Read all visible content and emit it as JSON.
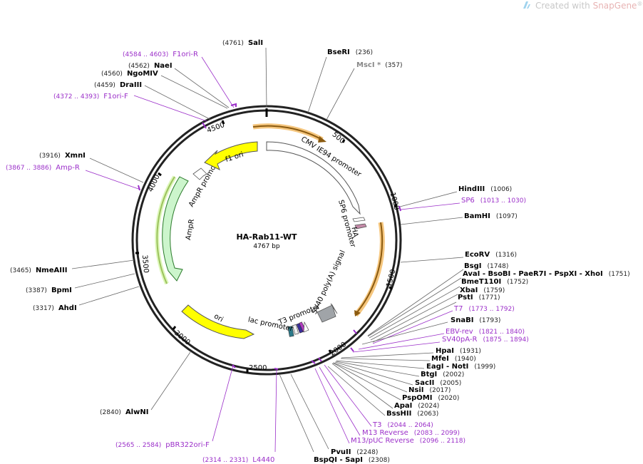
{
  "header": {
    "watermark_prefix": "Created with ",
    "watermark_brand": "SnapGene",
    "reg": "®"
  },
  "plasmid": {
    "name": "HA-Rab11-WT",
    "length_label": "4767 bp",
    "length": 4767
  },
  "ticks": [
    "500",
    "1000",
    "1500",
    "2000",
    "2500",
    "3000",
    "3500",
    "4000",
    "4500"
  ],
  "features": [
    {
      "name": "CMV IE94 promoter",
      "color": "#ffffff"
    },
    {
      "name": "SP6 promoter",
      "color": "#ffffff"
    },
    {
      "name": "HA",
      "color": "#c48aa8"
    },
    {
      "name": "SV40 poly(A) signal",
      "color": "#a0a4a8"
    },
    {
      "name": "T3 promoter",
      "color": "#ffffff"
    },
    {
      "name": "lac promoter",
      "color": "#ffffff"
    },
    {
      "name": "ori",
      "color": "#ffff00"
    },
    {
      "name": "AmpR",
      "color": "#ccf5cc"
    },
    {
      "name": "AmpR promoter",
      "color": "#ffffff"
    },
    {
      "name": "f1 ori",
      "color": "#ffff00"
    }
  ],
  "sites": [
    {
      "name": "SalI",
      "pos": "(4761)",
      "type": "enzyme"
    },
    {
      "name": "BseRI",
      "pos": "(236)",
      "type": "enzyme"
    },
    {
      "name": "MscI *",
      "pos": "(357)",
      "type": "enzyme-gray"
    },
    {
      "name": "F1ori-R",
      "pos": "(4584 .. 4603)",
      "type": "primer"
    },
    {
      "name": "NaeI",
      "pos": "(4562)",
      "type": "enzyme"
    },
    {
      "name": "NgoMIV",
      "pos": "(4560)",
      "type": "enzyme"
    },
    {
      "name": "DraIII",
      "pos": "(4459)",
      "type": "enzyme"
    },
    {
      "name": "F1ori-F",
      "pos": "(4372 .. 4393)",
      "type": "primer"
    },
    {
      "name": "XmnI",
      "pos": "(3916)",
      "type": "enzyme"
    },
    {
      "name": "Amp-R",
      "pos": "(3867 .. 3886)",
      "type": "primer"
    },
    {
      "name": "NmeAIII",
      "pos": "(3465)",
      "type": "enzyme"
    },
    {
      "name": "BpmI",
      "pos": "(3387)",
      "type": "enzyme"
    },
    {
      "name": "AhdI",
      "pos": "(3317)",
      "type": "enzyme"
    },
    {
      "name": "AlwNI",
      "pos": "(2840)",
      "type": "enzyme"
    },
    {
      "name": "pBR322ori-F",
      "pos": "(2565 .. 2584)",
      "type": "primer"
    },
    {
      "name": "L4440",
      "pos": "(2314 .. 2331)",
      "type": "primer"
    },
    {
      "name": "PvuII",
      "pos": "(2248)",
      "type": "enzyme"
    },
    {
      "name": "BspQI",
      "pos": "(2308)",
      "type": "enzyme",
      "extra": " - SapI"
    },
    {
      "name": "HindIII",
      "pos": "(1006)",
      "type": "enzyme"
    },
    {
      "name": "SP6",
      "pos": "(1013 .. 1030)",
      "type": "primer"
    },
    {
      "name": "BamHI",
      "pos": "(1097)",
      "type": "enzyme"
    },
    {
      "name": "EcoRV",
      "pos": "(1316)",
      "type": "enzyme"
    },
    {
      "name": "BsgI",
      "pos": "(1748)",
      "type": "enzyme"
    },
    {
      "name": "AvaI",
      "pos": "(1751)",
      "type": "enzyme",
      "extra": " - BsoBI  - PaeR7I  - PspXI  - XhoI"
    },
    {
      "name": "BmeT110I",
      "pos": "(1752)",
      "type": "enzyme"
    },
    {
      "name": "XbaI",
      "pos": "(1759)",
      "type": "enzyme"
    },
    {
      "name": "PstI",
      "pos": "(1771)",
      "type": "enzyme"
    },
    {
      "name": "T7",
      "pos": "(1773 .. 1792)",
      "type": "primer"
    },
    {
      "name": "SnaBI",
      "pos": "(1793)",
      "type": "enzyme"
    },
    {
      "name": "EBV-rev",
      "pos": "(1821 .. 1840)",
      "type": "primer"
    },
    {
      "name": "SV40pA-R",
      "pos": "(1875 .. 1894)",
      "type": "primer"
    },
    {
      "name": "HpaI",
      "pos": "(1931)",
      "type": "enzyme"
    },
    {
      "name": "MfeI",
      "pos": "(1940)",
      "type": "enzyme"
    },
    {
      "name": "EagI",
      "pos": "(1999)",
      "type": "enzyme",
      "extra": " - NotI"
    },
    {
      "name": "BtgI",
      "pos": "(2002)",
      "type": "enzyme"
    },
    {
      "name": "SacII",
      "pos": "(2005)",
      "type": "enzyme"
    },
    {
      "name": "NsiI",
      "pos": "(2017)",
      "type": "enzyme"
    },
    {
      "name": "PspOMI",
      "pos": "(2020)",
      "type": "enzyme"
    },
    {
      "name": "ApaI",
      "pos": "(2024)",
      "type": "enzyme"
    },
    {
      "name": "BssHII",
      "pos": "(2063)",
      "type": "enzyme"
    },
    {
      "name": "T3",
      "pos": "(2044 .. 2064)",
      "type": "primer"
    },
    {
      "name": "M13 Reverse",
      "pos": "(2083 .. 2099)",
      "type": "primer"
    },
    {
      "name": "M13/pUC Reverse",
      "pos": "(2096 .. 2118)",
      "type": "primer"
    }
  ]
}
